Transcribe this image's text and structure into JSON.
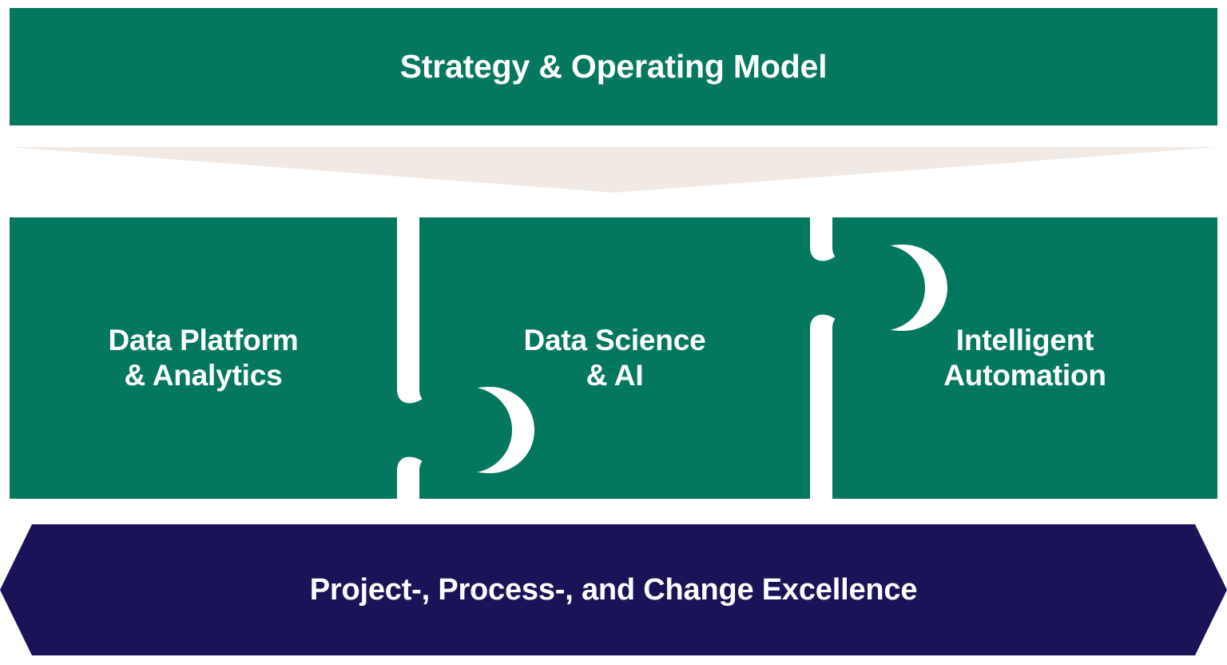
{
  "diagram": {
    "title": "Strategy & Operating Model",
    "colors": {
      "green": "#04785F",
      "navy": "#1B1357",
      "beige": "#F1E9E4",
      "text_on_dark": "#FFFFFF",
      "background": "#FFFFFF"
    },
    "header": {
      "label": "Strategy & Operating Model",
      "shape": "rectangle-band"
    },
    "connector": {
      "name": "downward-arrow",
      "shape": "wide-down-triangle"
    },
    "pillars": [
      {
        "id": "data-platform-analytics",
        "label": "Data Platform\n& Analytics",
        "line1": "Data Platform",
        "line2": "& Analytics",
        "shape": "puzzle-piece-left"
      },
      {
        "id": "data-science-ai",
        "label": "Data Science\n& AI",
        "line1": "Data Science",
        "line2": "& AI",
        "shape": "puzzle-piece-middle"
      },
      {
        "id": "intelligent-automation",
        "label": "Intelligent\nAutomation",
        "line1": "Intelligent",
        "line2": "Automation",
        "shape": "puzzle-piece-right"
      }
    ],
    "footer": {
      "label": "Project-, Process-, and Change Excellence",
      "shape": "double-pointed-hexagon-banner"
    }
  }
}
